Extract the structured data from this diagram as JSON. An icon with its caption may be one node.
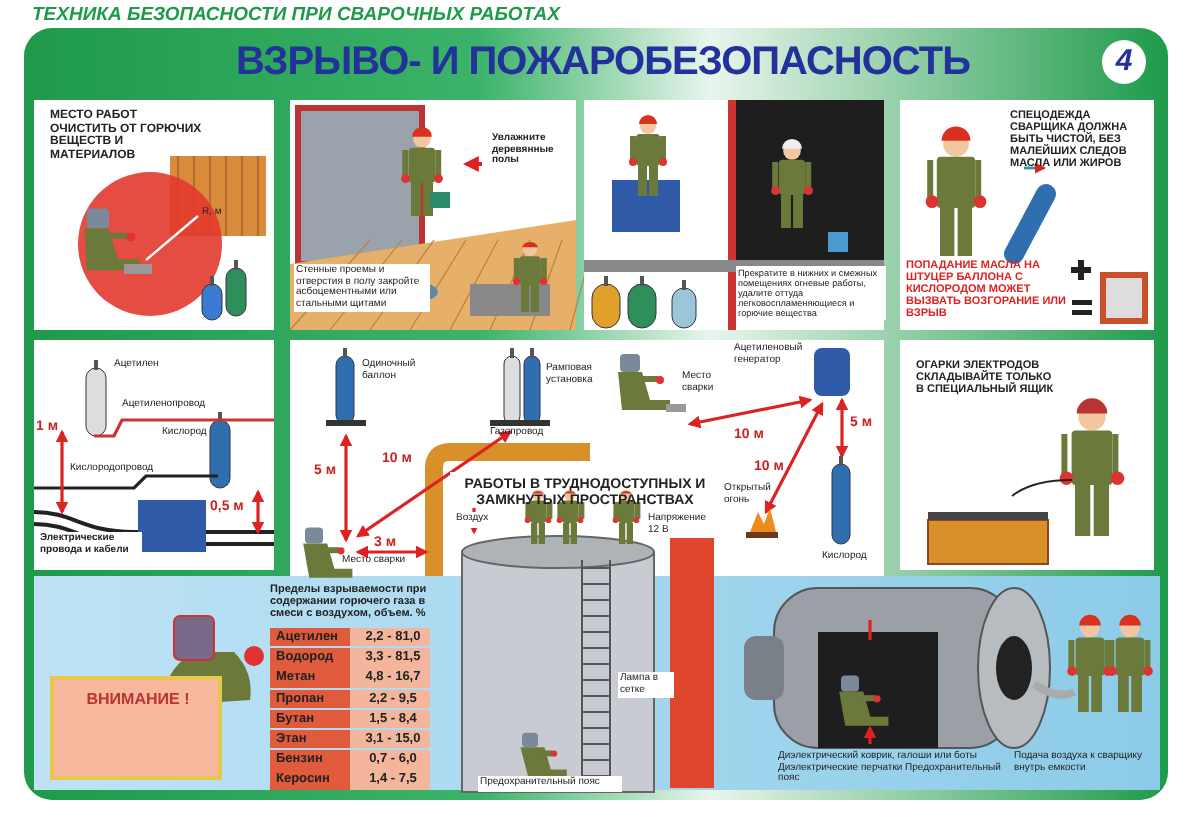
{
  "diagram": {
    "title": "ВЗРЫВО- И ПОЖАРОБЕЗОПАСНОСТЬ",
    "nodes": [
      {
        "text": [
          "МЕСТО РАБОТ ОЧИСТИТЬ ОТ ГОРЮЧИХ ВЕЩЕСТВ И МАТЕРИАЛОВ",
          "R, м"
        ]
      },
      {
        "text": [
          "Увлажните деревянные полы",
          "Стенные проемы и отверстия в полу закройте асбоцементными или стальными щитами"
        ]
      },
      {
        "text": [
          "Прекратите в нижних и смежных помещениях огневые работы, удалите оттуда легковоспламеняющиеся и горючие вещества"
        ]
      },
      {
        "text": [
          "СПЕЦОДЕЖДА СВАРЩИКА ДОЛЖНА БЫТЬ ЧИСТОЙ, БЕЗ МАЛЕЙШИХ СЛЕДОВ МАСЛА ИЛИ ЖИРОВ",
          "ПОПАДАНИЕ МАСЛА НА ШТУЦЕР БАЛЛОНА С КИСЛОРОДОМ МОЖЕТ ВЫЗВАТЬ ВОЗГОРАНИЕ ИЛИ ВЗРЫВ"
        ]
      },
      {
        "text": [
          "Ацетилен",
          "Ацетиленопровод",
          "Кислород",
          "Кислородопровод",
          "1 м",
          "0,5 м",
          "Электрические провода и кабели"
        ]
      },
      {
        "text": [
          "Одиночный баллон",
          "Рамповая установка",
          "Газопровод",
          "5 м",
          "10 м",
          "3 м",
          "Место сварки",
          "Место сварки",
          "10 м",
          "Ацетиленовый генератор",
          "10 м",
          "5 м",
          "Открытый огонь",
          "Кислород"
        ]
      },
      {
        "text": [
          "ОГАРКИ ЭЛЕКТРОДОВ СКЛАДЫВАЙТЕ ТОЛЬКО В СПЕЦИАЛЬНЫЙ ЯЩИК"
        ]
      },
      {
        "text": [
          "РАБОТЫ В ТРУДНОДОСТУПНЫХ И ЗАМКНУТЫХ ПРОСТРАНСТВАХ",
          "Воздух",
          "Напряжение 12 В",
          "Лампа в сетке",
          "Предохранительный пояс"
        ]
      },
      {
        "text": [
          "Пределы взрываемости при содержании горючего газа в смеси с воздухом, объем. %",
          "Диэлектрический коврик, галоши или боты Диэлектрические перчатки Предохранительный пояс",
          "Подача воздуха к сварщику внутрь емкости"
        ]
      },
      {
        "text": [
          "ВНИМАНИЕ !"
        ],
        "in": 8
      }
    ],
    "labels": [
      "ТЕХНИКА БЕЗОПАСНОСТИ ПРИ СВАРОЧНЫХ РАБОТАХ",
      "4",
      "Ацетилен",
      "2,2 - 81,0",
      "Водород",
      "3,3 - 81,5",
      "Метан",
      "4,8 - 16,7",
      "Пропан",
      "2,2 - 9,5",
      "Бутан",
      "1,5 - 8,4",
      "Этан",
      "3,1 - 15,0",
      "Бензин",
      "0,7 - 6,0",
      "Керосин",
      "1,4 - 7,5"
    ]
  }
}
